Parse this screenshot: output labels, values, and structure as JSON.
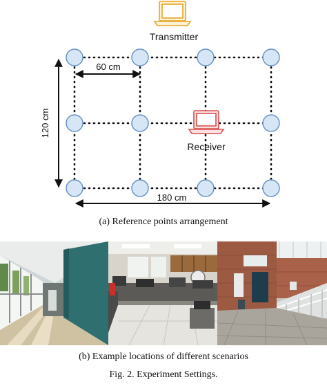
{
  "diagram": {
    "transmitter_label": "Transmitter",
    "receiver_label": "Receiver",
    "dim_60": "60 cm",
    "dim_120": "120 cm",
    "dim_180": "180 cm",
    "point_color": "#d6e6f6",
    "point_stroke": "#6a93c4",
    "transmitter_color": "#f3bb3b",
    "receiver_color": "#e05b5b"
  },
  "captions": {
    "a": "(a) Reference points arrangement",
    "b": "(b) Example locations of different scenarios",
    "fig": "Fig. 2.  Experiment Settings."
  },
  "photos": [
    {
      "scene": "corridor"
    },
    {
      "scene": "lab"
    },
    {
      "scene": "lobby"
    }
  ]
}
